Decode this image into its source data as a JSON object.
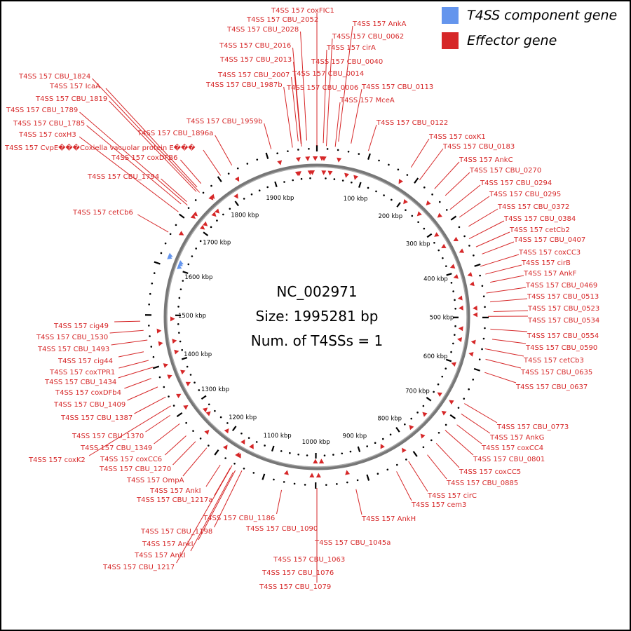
{
  "legend": {
    "component": {
      "label": "T4SS component gene",
      "color": "#6495ED"
    },
    "effector": {
      "label": "Effector gene",
      "color": "#D62728"
    }
  },
  "center": {
    "accession": "NC_002971",
    "size": "Size: 1995281 bp",
    "count": "Num. of T4SSs = 1"
  },
  "genome_length_bp": 1995281,
  "ticks": [
    "100 kbp",
    "200 kbp",
    "300 kbp",
    "400 kbp",
    "500 kbp",
    "600 kbp",
    "700 kbp",
    "800 kbp",
    "900 kbp",
    "1000 kbp",
    "1100 kbp",
    "1200 kbp",
    "1300 kbp",
    "1400 kbp",
    "1500 kbp",
    "1600 kbp",
    "1700 kbp",
    "1800 kbp",
    "1900 kbp"
  ],
  "gene_labels": [
    "T4SS 157 coxFIC1",
    "T4SS 157 CBU_2052",
    "T4SS 157 CBU_2028",
    "T4SS 157 CBU_2016",
    "T4SS 157 CBU_2013",
    "T4SS 157 CBU_2007",
    "T4SS 157 CBU_1987b",
    "T4SS 157 CBU_1959b",
    "T4SS 157 AnkA",
    "T4SS 157 CBU_0062",
    "T4SS 157 cirA",
    "T4SS 157 CBU_0040",
    "T4SS 157 CBU_0014",
    "T4SS 157 CBU_0006",
    "T4SS 157 CBU_0113",
    "T4SS 157 MceA",
    "T4SS 157 CBU_0122",
    "T4SS 157 coxK1",
    "T4SS 157 CBU_0183",
    "T4SS 157 AnkC",
    "T4SS 157 CBU_0270",
    "T4SS 157 CBU_0294",
    "T4SS 157 CBU_0295",
    "T4SS 157 CBU_0372",
    "T4SS 157 CBU_0384",
    "T4SS 157 cetCb2",
    "T4SS 157 CBU_0407",
    "T4SS 157 coxCC3",
    "T4SS 157 cirB",
    "T4SS 157 AnkF",
    "T4SS 157 CBU_0469",
    "T4SS 157 CBU_0513",
    "T4SS 157 CBU_0523",
    "T4SS 157 CBU_0534",
    "T4SS 157 CBU_0554",
    "T4SS 157 CBU_0590",
    "T4SS 157 cetCb3",
    "T4SS 157 CBU_0635",
    "T4SS 157 CBU_0637",
    "T4SS 157 CBU_0773",
    "T4SS 157 AnkG",
    "T4SS 157 coxCC4",
    "T4SS 157 CBU_0801",
    "T4SS 157 coxCC5",
    "T4SS 157 CBU_0885",
    "T4SS 157 cirC",
    "T4SS 157 cem3",
    "T4SS 157 AnkH",
    "T4SS 157 CBU_1045a",
    "T4SS 157 CBU_1063",
    "T4SS 157 CBU_1076",
    "T4SS 157 CBU_1079",
    "T4SS 157 CBU_1090",
    "T4SS 157 CBU_1186",
    "T4SS 157 CBU_1198",
    "T4SS 157 AnkI",
    "T4SS 157 AnkI",
    "T4SS 157 CBU_1217",
    "T4SS 157 CBU_1217a",
    "T4SS 157 AnkI",
    "T4SS 157 OmpA",
    "T4SS 157 CBU_1270",
    "T4SS 157 coxCC6",
    "T4SS 157 coxK2",
    "T4SS 157 CBU_1349",
    "T4SS 157 CBU_1370",
    "T4SS 157 CBU_1387",
    "T4SS 157 CBU_1409",
    "T4SS 157 coxDFb4",
    "T4SS 157 CBU_1434",
    "T4SS 157 coxTPR1",
    "T4SS 157 cig44",
    "T4SS 157 CBU_1493",
    "T4SS 157 CBU_1530",
    "T4SS 157 cig49",
    "T4SS 157 cetCb6",
    "T4SS 157 CBU_1794",
    "T4SS 157 coxDFB6",
    "T4SS 157 CvpE���Coxiella vacuolar protein E���",
    "T4SS 157 coxH3",
    "T4SS 157 CBU_1785",
    "T4SS 157 CBU_1789",
    "T4SS 157 CBU_1819",
    "T4SS 157 IcaA",
    "T4SS 157 CBU_1824",
    "T4SS 157 CBU_1896a"
  ]
}
